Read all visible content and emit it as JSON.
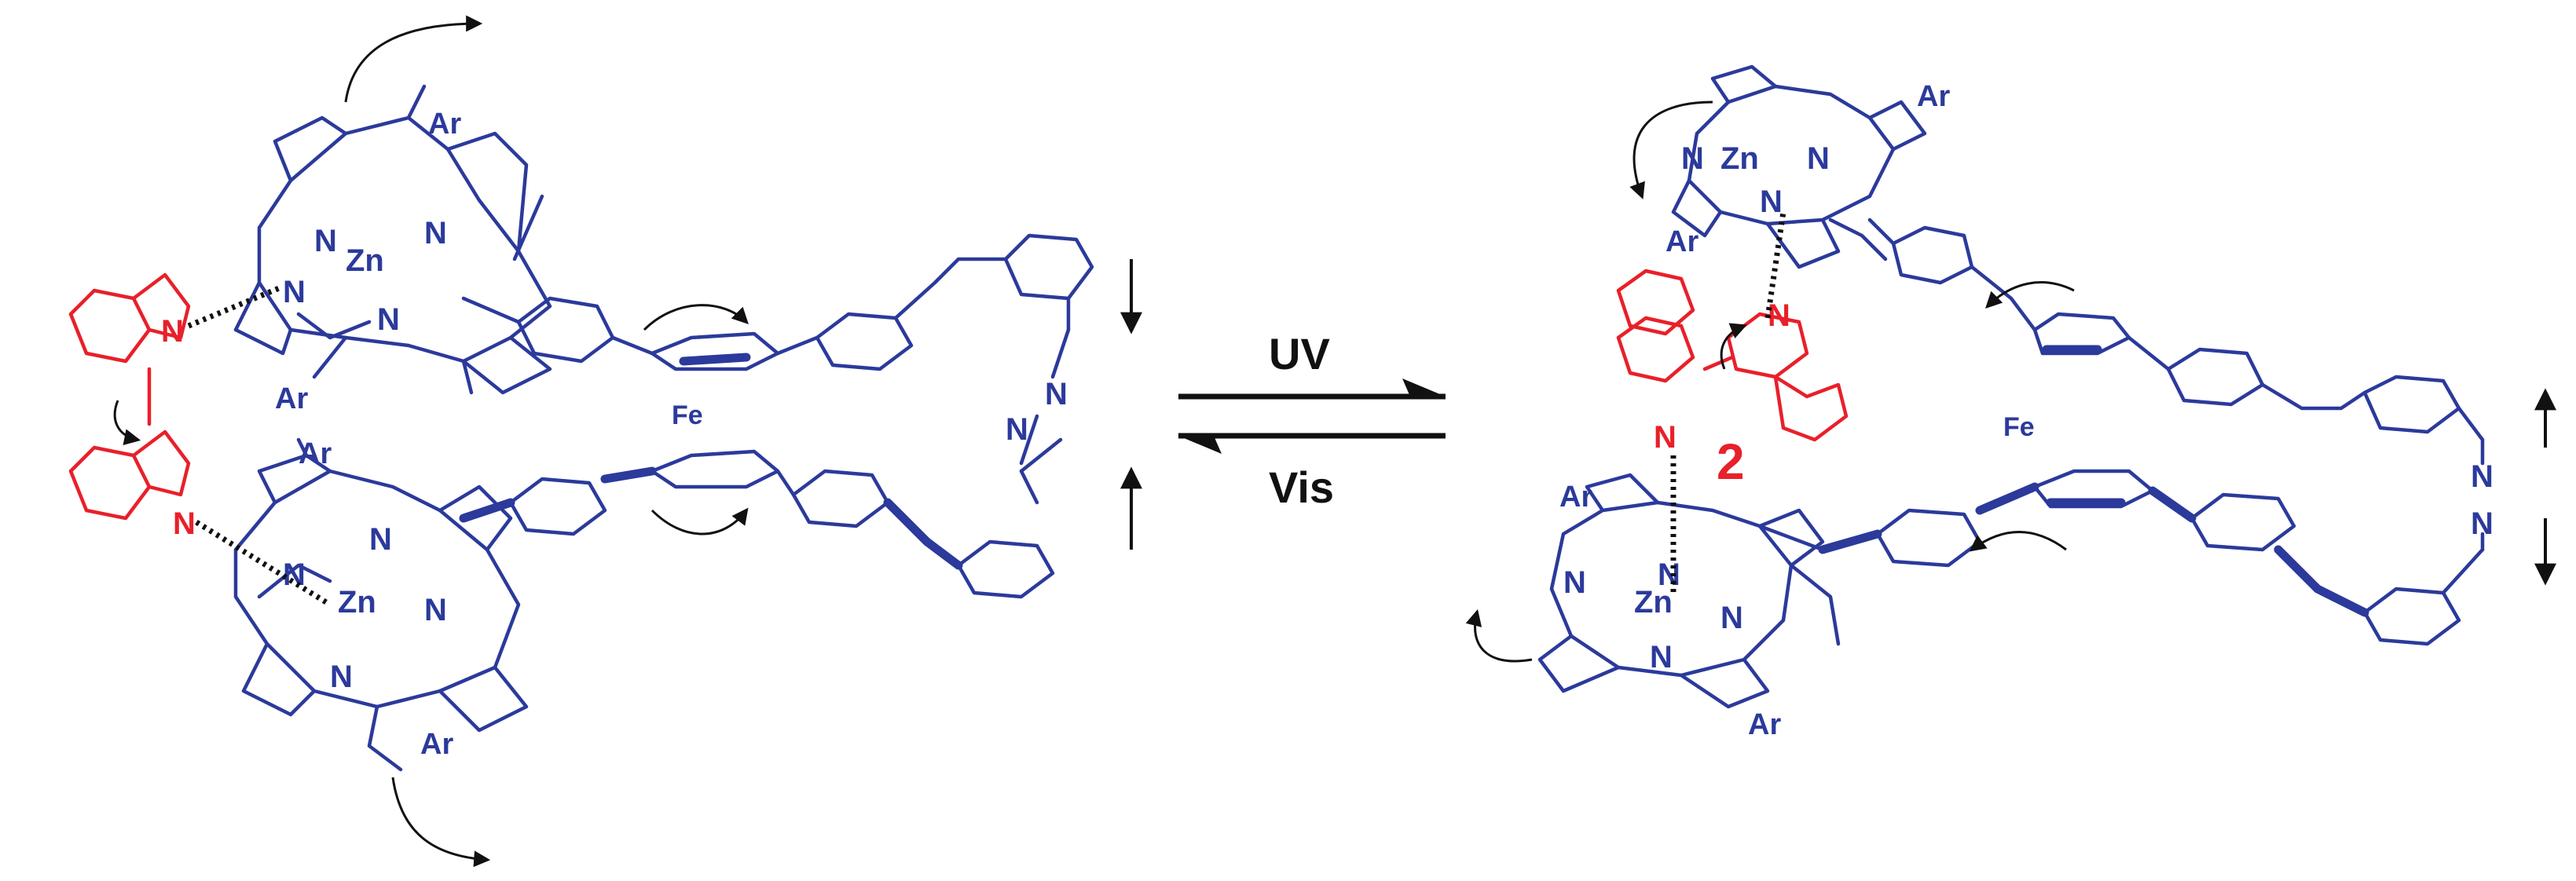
{
  "labels": {
    "forward": "UV",
    "reverse": "Vis",
    "compound": "2",
    "aryl": "Ar",
    "iron": "Fe",
    "zinc": "Zn",
    "nitrogen": "N"
  },
  "colors": {
    "molecule": "#2b3a9b",
    "ligand": "#e8202a",
    "arrows": "#111111",
    "background": "#ffffff"
  }
}
